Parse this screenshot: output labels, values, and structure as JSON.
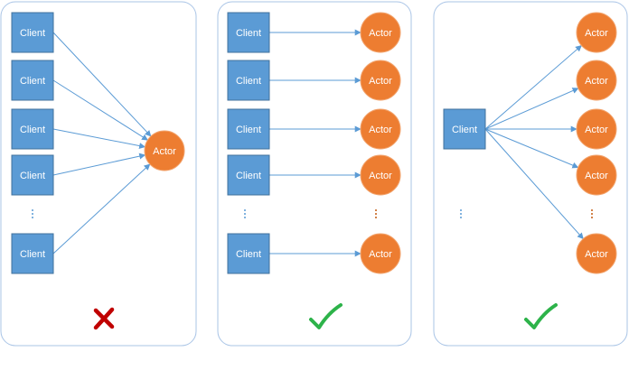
{
  "colors": {
    "panel_border": "#a9c4e6",
    "client_fill": "#5b9bd5",
    "client_stroke": "#41719c",
    "actor_fill": "#ed7d31",
    "actor_stroke": "#f2a36c",
    "arrow": "#5b9bd5",
    "dots_blue": "#5b9bd5",
    "dots_orange": "#c55a11",
    "cross": "#c00000",
    "check": "#2db34a"
  },
  "labels": {
    "client": "Client",
    "actor": "Actor"
  },
  "panels": [
    {
      "name": "many-clients-one-actor",
      "verdict": "cross",
      "verdict_icon": "cross-icon"
    },
    {
      "name": "one-client-per-actor",
      "verdict": "check",
      "verdict_icon": "check-icon"
    },
    {
      "name": "one-client-many-actors",
      "verdict": "check",
      "verdict_icon": "check-icon"
    }
  ]
}
